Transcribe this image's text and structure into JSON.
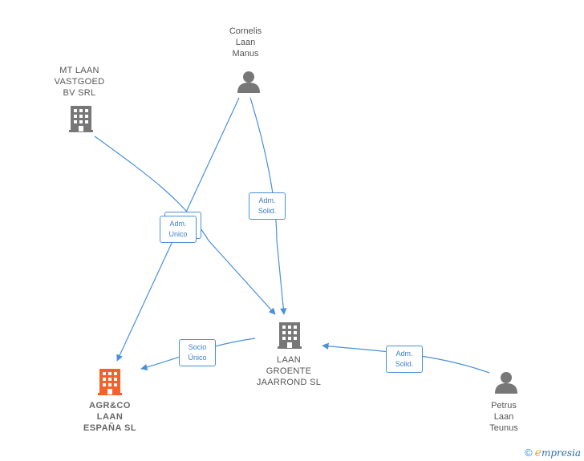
{
  "nodes": {
    "cornelis": {
      "label": "Cornelis\nLaan\nManus",
      "icon": "person-icon",
      "color": "#777777"
    },
    "mtlaan": {
      "label": "MT LAAN\nVASTGOED\nBV SRL",
      "icon": "building-icon",
      "color": "#777777"
    },
    "laangroente": {
      "label": "LAAN\nGROENTE\nJAARROND  SL",
      "icon": "building-icon",
      "color": "#777777"
    },
    "agrco": {
      "label": "AGR&CO\nLAAN\nESPAÑA  SL",
      "icon": "building-icon",
      "color": "#f4612a"
    },
    "petrus": {
      "label": "Petrus\nLaan\nTeunus",
      "icon": "person-icon",
      "color": "#777777"
    }
  },
  "edges": {
    "adm_unico": {
      "label": "Adm.\nUnico"
    },
    "adm_solid_1": {
      "label": "Adm.\nSolid."
    },
    "socio_unico": {
      "label": "Socio\nÚnico"
    },
    "adm_solid_2": {
      "label": "Adm.\nSolid."
    }
  },
  "colors": {
    "edge": "#4a90d9",
    "node": "#777777",
    "highlight": "#f4612a"
  },
  "watermark": {
    "symbol": "©",
    "brand_e": "e",
    "brand_rest": "mpresia"
  }
}
